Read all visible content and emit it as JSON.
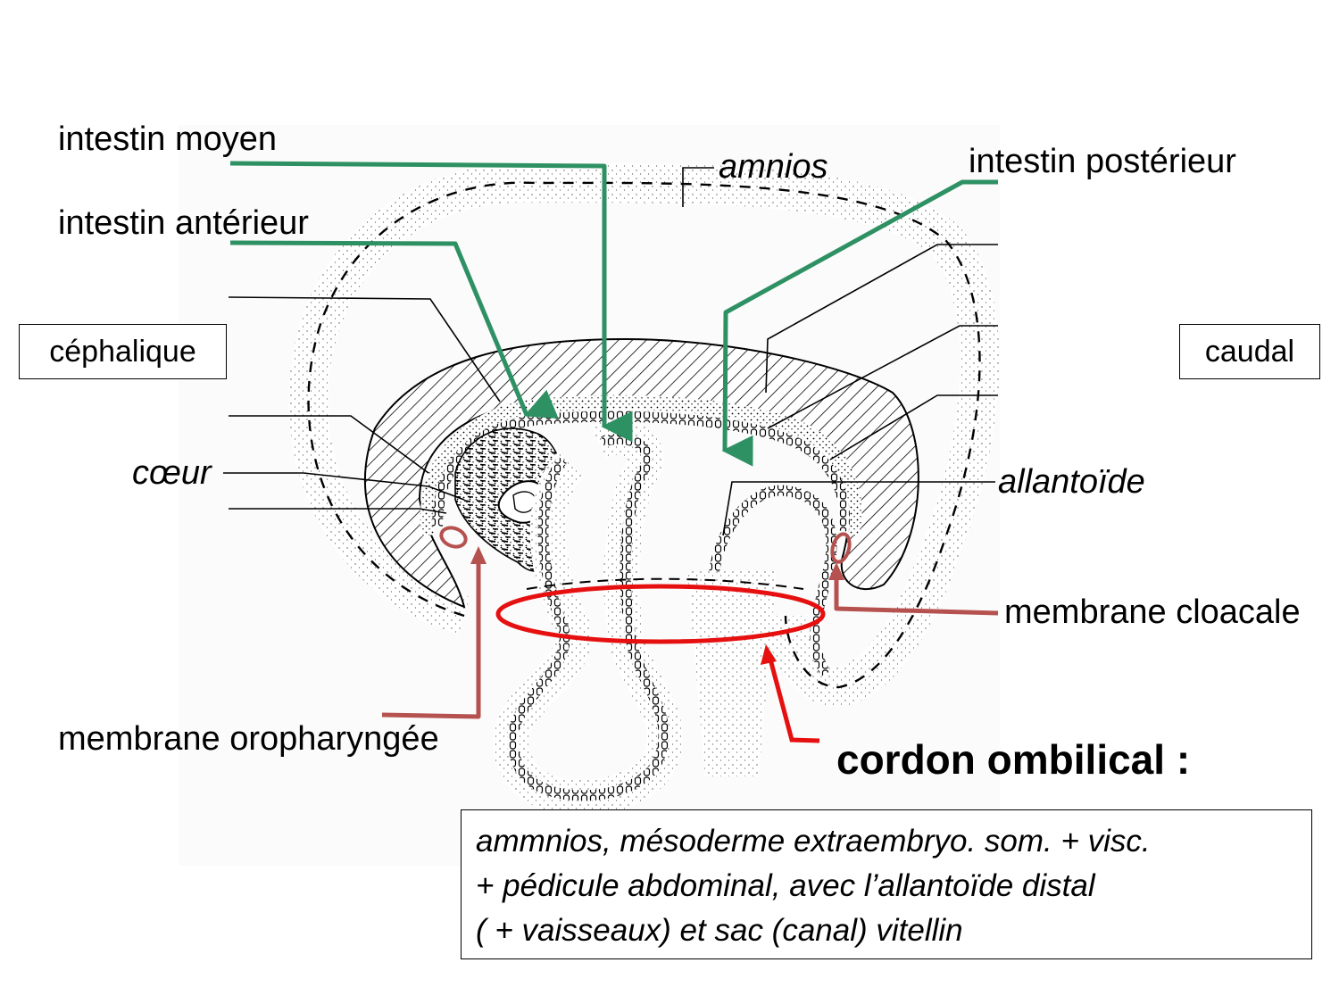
{
  "labels": {
    "intestin_moyen": "intestin moyen",
    "intestin_anterieur": "intestin antérieur",
    "amnios": "amnios",
    "intestin_posterieur": "intestin postérieur",
    "cephalique": "céphalique",
    "caudal": "caudal",
    "coeur": "cœur",
    "allantoide": "allantoïde",
    "membrane_cloacale": "membrane cloacale",
    "membrane_oropharyngee": "membrane oropharyngée",
    "cordon_ombilical": "cordon ombilical :"
  },
  "note_lines": [
    "ammnios, mésoderme extraembryo. som. + visc.",
    "+ pédicule abdominal, avec l’allantoïde distal",
    "( + vaisseaux) et sac (canal) vitellin"
  ],
  "colors": {
    "green": "#2e9163",
    "brown_red": "#b5524f",
    "red": "#e5100f",
    "black": "#000000"
  }
}
